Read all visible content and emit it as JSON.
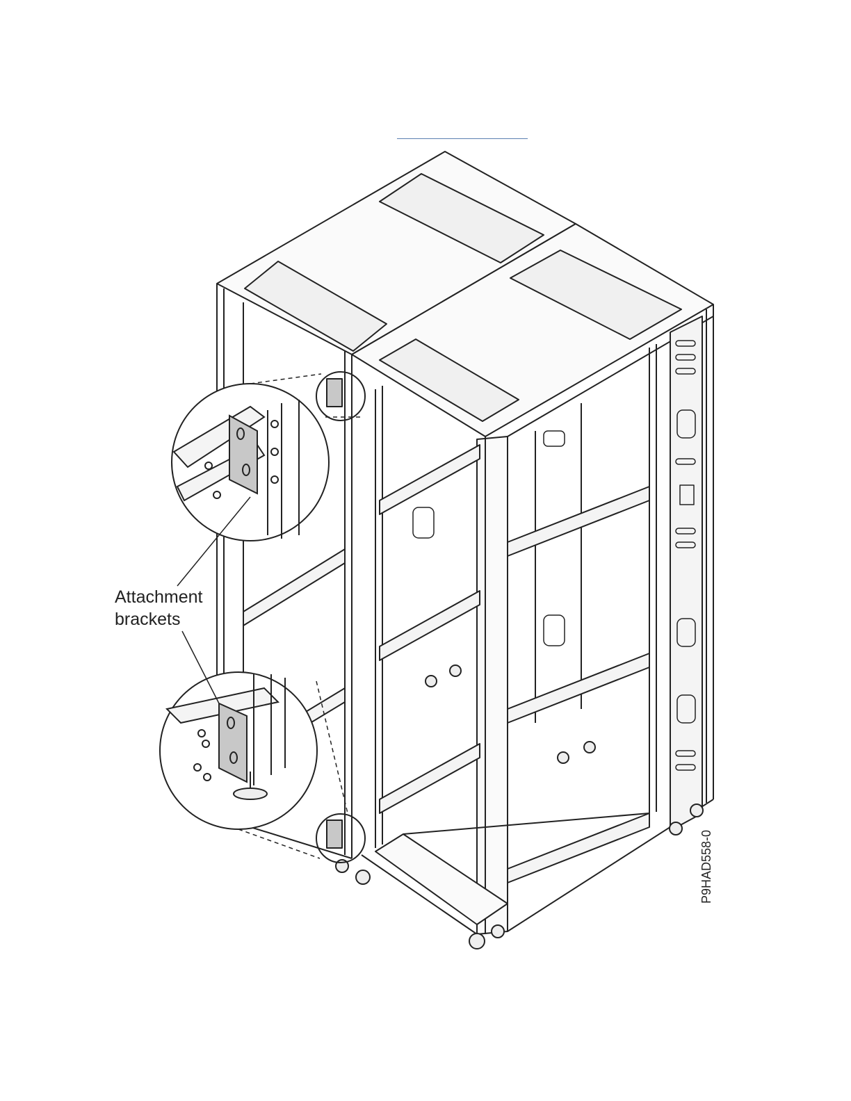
{
  "callout": {
    "line1": "Attachment",
    "line2": "brackets"
  },
  "figure_id": "P9HAD558-0",
  "colors": {
    "ink": "#222222",
    "bracket": "#c8c8c8",
    "panel": "#f2f2f2",
    "rule": "#5a7fb0"
  }
}
